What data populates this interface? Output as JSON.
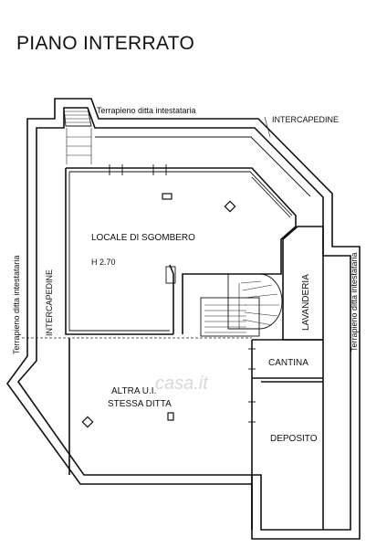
{
  "title": "PIANO INTERRATO",
  "labels": {
    "terrapieno_top": "Terrapieno ditta intestataria",
    "terrapieno_left": "Terrapieno ditta intestataria",
    "terrapieno_right": "Terrapieno ditta intestataria",
    "intercapedine_top": "INTERCAPEDINE",
    "intercapedine_left": "INTERCAPEDINE",
    "locale_line1": "LOCALE DI SGOMBERO",
    "locale_height": "H 2.70",
    "lavanderia": "LAVANDERIA",
    "cantina": "CANTINA",
    "deposito": "DEPOSITO",
    "altra_line1": "ALTRA U.I.",
    "altra_line2": "STESSA DITTA",
    "watermark": "casa.it"
  }
}
